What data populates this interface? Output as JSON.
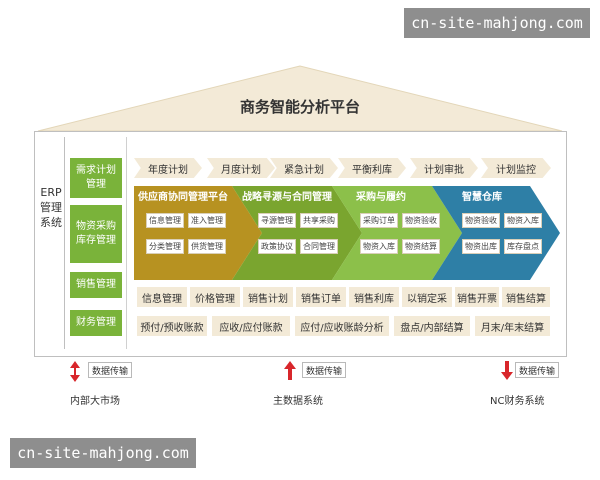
{
  "title": "商务智能分析平台",
  "erp_label": "ERP管理系统",
  "modules": [
    "需求计划管理",
    "物资采购库存管理",
    "销售管理",
    "财务管理"
  ],
  "plans": [
    "年度计划",
    "月度计划",
    "紧急计划",
    "平衡利库",
    "计划审批",
    "计划监控"
  ],
  "stages": [
    {
      "title": "供应商协同管理平台",
      "color": "#b79221",
      "items": [
        "信息管理",
        "准入管理",
        "分类管理",
        "供货管理"
      ]
    },
    {
      "title": "战略寻源与合同管理",
      "color": "#7aa52f",
      "items": [
        "寻源管理",
        "共享采购",
        "政策协议",
        "合同管理"
      ]
    },
    {
      "title": "采购与履约",
      "color": "#8cc04a",
      "items": [
        "采购订单",
        "物资验收",
        "物资入库",
        "物资结算"
      ]
    },
    {
      "title": "智慧仓库",
      "color": "#2e7fa6",
      "items": [
        "物资验收",
        "物资入库",
        "物资出库",
        "库存盘点"
      ]
    }
  ],
  "sales_row": [
    "信息管理",
    "价格管理",
    "销售计划",
    "销售订单",
    "销售利库",
    "以销定采",
    "销售开票",
    "销售结算"
  ],
  "finance_row": [
    "预付/预收账款",
    "应收/应付账款",
    "应付/应收账龄分析",
    "盘点/内部结算",
    "月末/年末结算"
  ],
  "transfers": [
    {
      "label": "数据传输",
      "system": "内部大市场",
      "arrow": "⇅"
    },
    {
      "label": "数据传输",
      "system": "主数据系统",
      "arrow": "↑"
    },
    {
      "label": "数据传输",
      "system": "NC财务系统",
      "arrow": "↓"
    }
  ],
  "watermark": "cn-site-mahjong.com",
  "colors": {
    "roof": "#f3ead7",
    "plan_bg": "#f3ead7",
    "module_green": "#7ab33a",
    "arrow_red": "#d8262b"
  }
}
